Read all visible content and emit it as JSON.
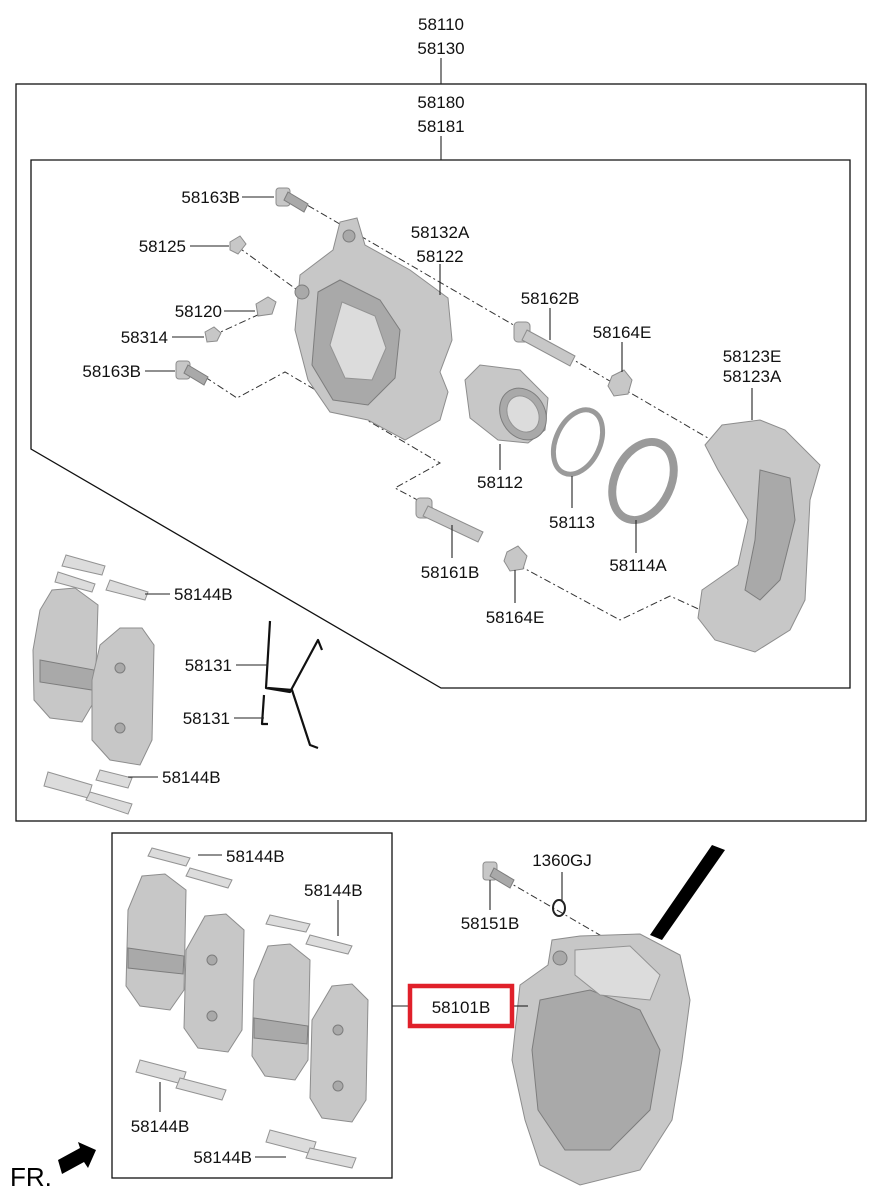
{
  "labels": {
    "p58110": "58110",
    "p58130": "58130",
    "p58180": "58180",
    "p58181": "58181",
    "p58163b_top": "58163B",
    "p58125": "58125",
    "p58132a": "58132A",
    "p58122": "58122",
    "p58120": "58120",
    "p58314": "58314",
    "p58162b": "58162B",
    "p58164e_top": "58164E",
    "p58163b_bottom": "58163B",
    "p58123e": "58123E",
    "p58123a": "58123A",
    "p58112": "58112",
    "p58113": "58113",
    "p58114a": "58114A",
    "p58161b": "58161B",
    "p58164e_bottom": "58164E",
    "p58144b_upper": "58144B",
    "p58131_a": "58131",
    "p58131_b": "58131",
    "p58144b_mid": "58144B",
    "p58144b_kit1": "58144B",
    "p58144b_kit2": "58144B",
    "p58144b_kit3": "58144B",
    "p58144b_kit4": "58144B",
    "p1360gj": "1360GJ",
    "p58151b": "58151B",
    "p58101b": "58101B",
    "front": "FR."
  },
  "colors": {
    "highlight": "#e0202a",
    "part_fill": "#c7c7c7",
    "line": "#111111"
  },
  "icons": {
    "front_arrow": "arrow-icon"
  }
}
